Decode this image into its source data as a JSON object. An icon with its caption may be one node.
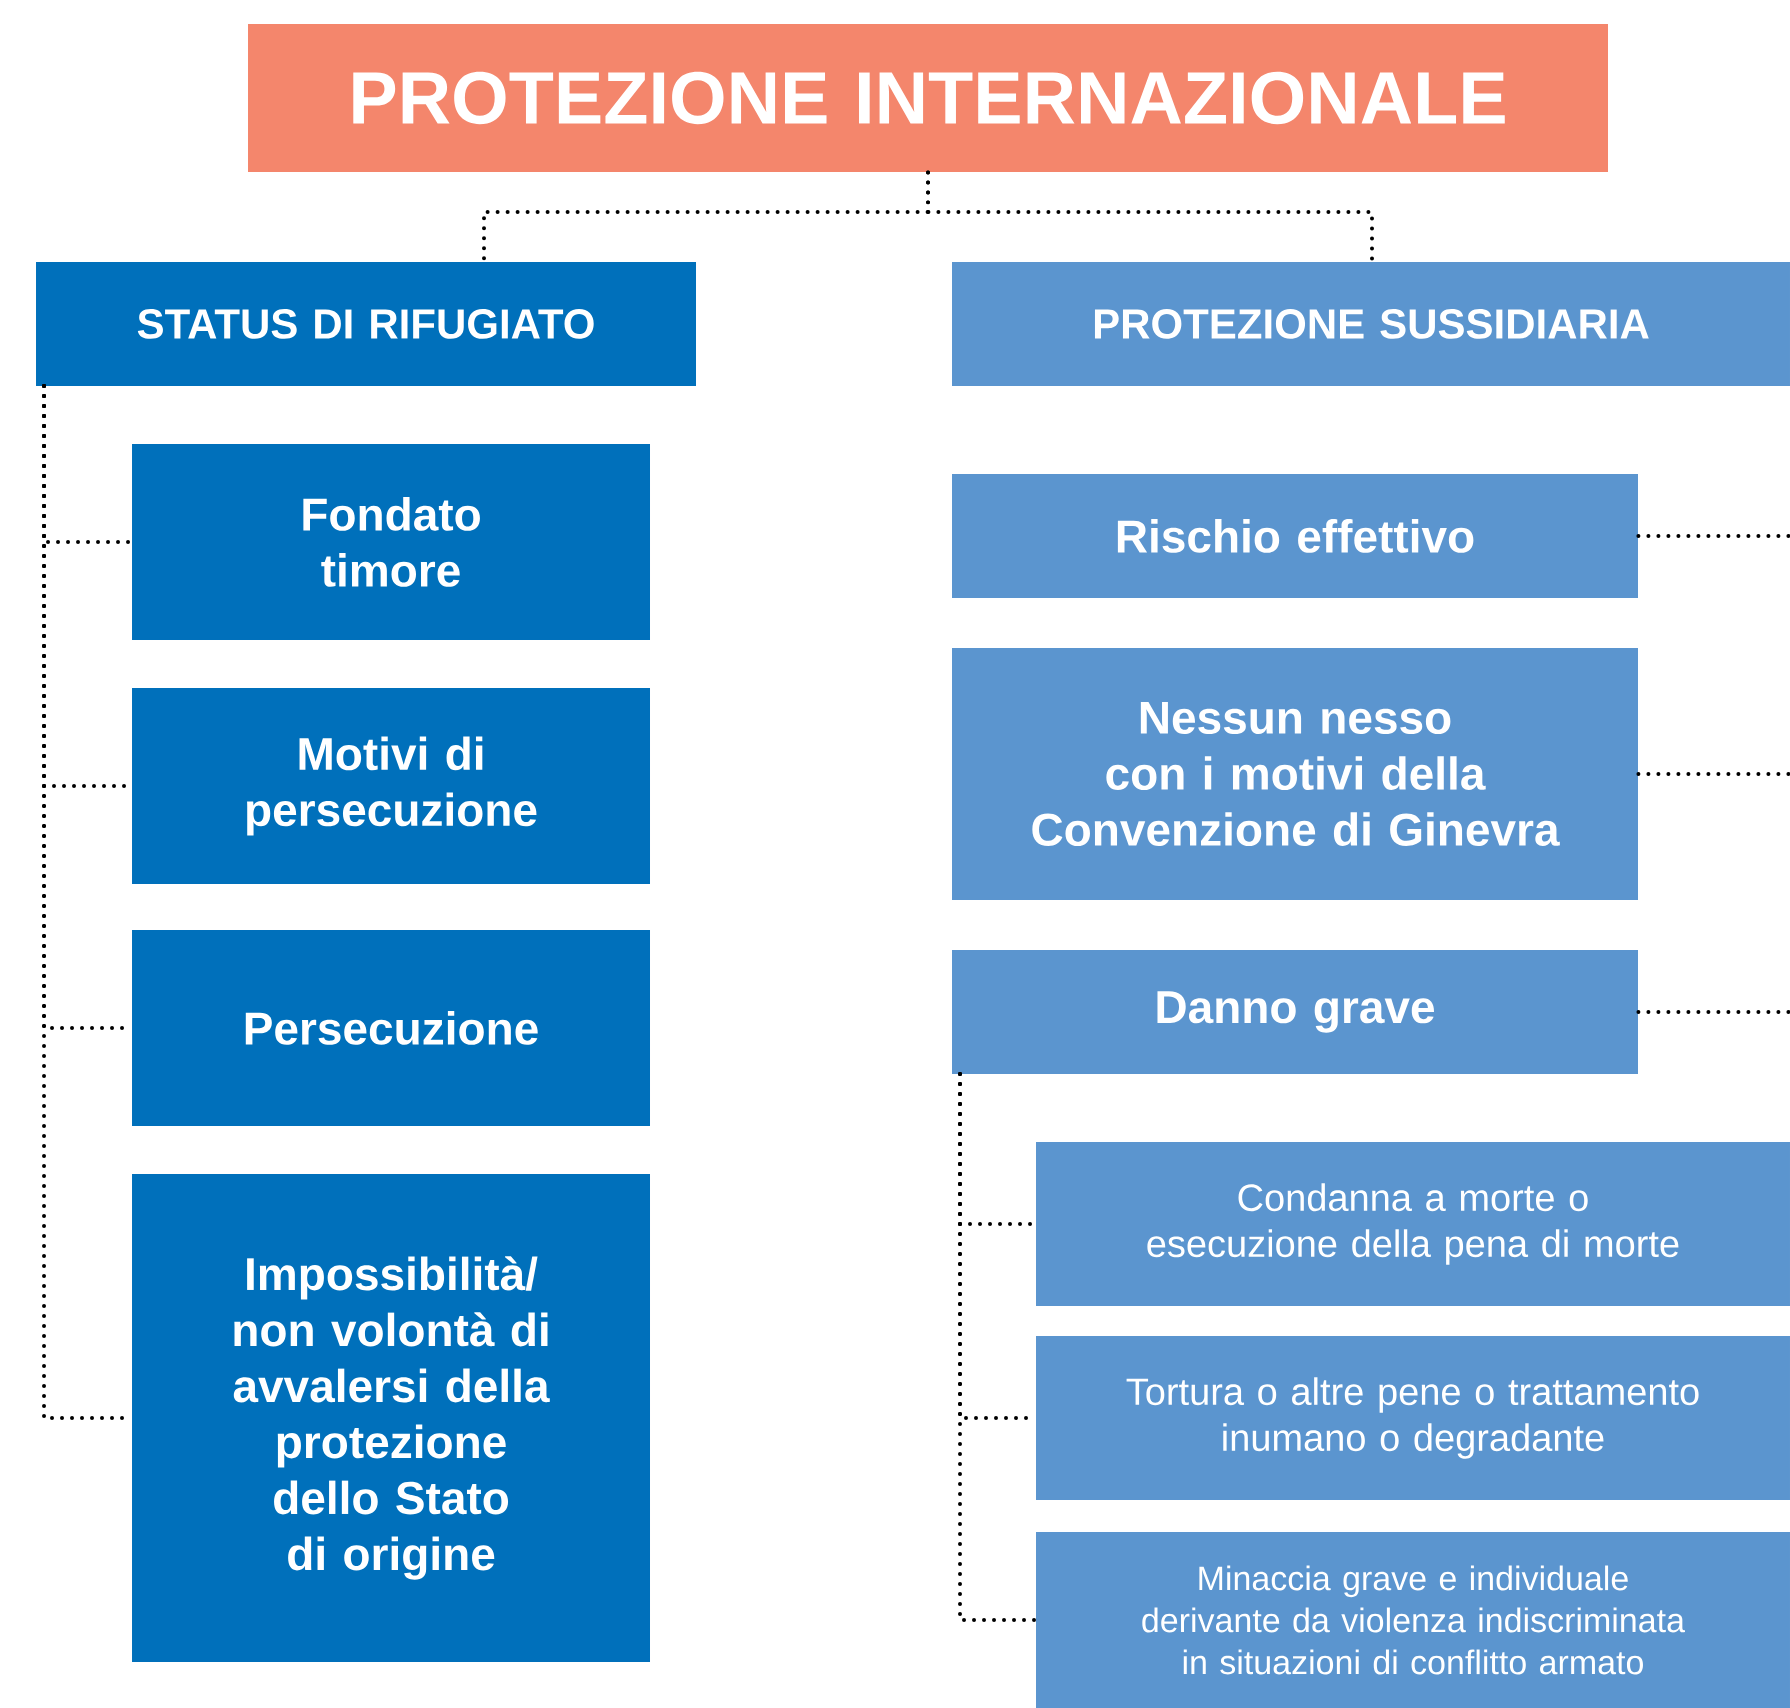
{
  "diagram": {
    "nodes": [
      {
        "text": [
          "PROTEZIONE INTERNAZIONALE"
        ]
      },
      {
        "text": [
          "STATUS DI RIFUGIATO"
        ]
      },
      {
        "text": [
          "Fondato timore"
        ]
      },
      {
        "text": [
          "Motivi di persecuzione"
        ]
      },
      {
        "text": [
          "Persecuzione"
        ]
      },
      {
        "text": [
          "Impossibilità/ non volontà di avvalersi della protezione dello Stato di origine"
        ]
      },
      {
        "text": [
          "PROTEZIONE SUSSIDIARIA"
        ]
      },
      {
        "text": [
          "Rischio effettivo"
        ]
      },
      {
        "text": [
          "Nessun nesso con i motivi della Convenzione di Ginevra"
        ]
      },
      {
        "text": [
          "Danno grave"
        ]
      },
      {
        "text": [
          "Condanna a morte o esecuzione della pena di morte"
        ]
      },
      {
        "text": [
          "Tortura o altre pene o trattamento inumano o degradante"
        ]
      },
      {
        "text": [
          "Minaccia grave e individuale derivante da violenza indiscriminata in situazioni di conflitto armato"
        ]
      }
    ],
    "edges": [
      {
        "from": 0,
        "to": 1,
        "arrow": "none"
      },
      {
        "from": 0,
        "to": 6,
        "arrow": "none"
      },
      {
        "from": 1,
        "to": 2,
        "arrow": "none"
      },
      {
        "from": 1,
        "to": 3,
        "arrow": "none"
      },
      {
        "from": 1,
        "to": 4,
        "arrow": "none"
      },
      {
        "from": 1,
        "to": 5,
        "arrow": "none"
      },
      {
        "from": null,
        "to": 7,
        "arrow": "none"
      },
      {
        "from": null,
        "to": 8,
        "arrow": "none"
      },
      {
        "from": null,
        "to": 9,
        "arrow": "none"
      },
      {
        "from": 9,
        "to": 10,
        "arrow": "none"
      },
      {
        "from": 9,
        "to": 11,
        "arrow": "none"
      },
      {
        "from": 9,
        "to": 12,
        "arrow": "none"
      }
    ]
  }
}
